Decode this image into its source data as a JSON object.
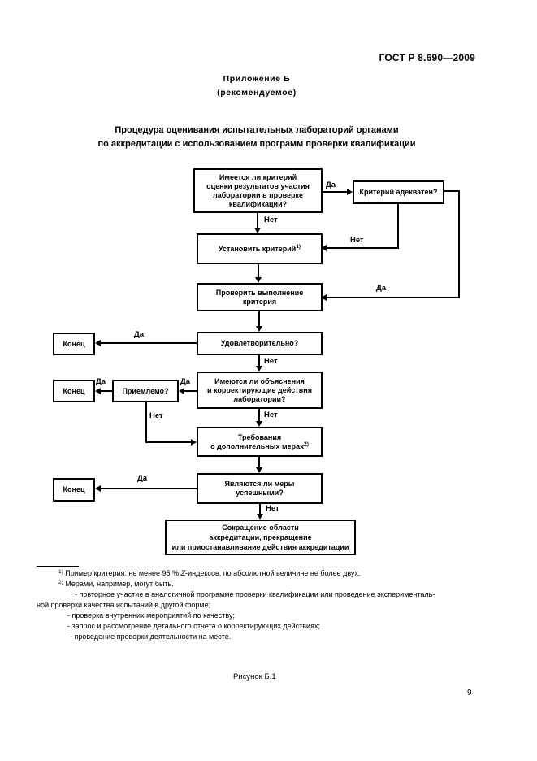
{
  "page": {
    "doc_number": "ГОСТ Р 8.690—2009",
    "appendix_title": "Приложение Б",
    "appendix_note": "(рекомендуемое)",
    "title_line1": "Процедура оценивания испытательных лабораторий органами",
    "title_line2": "по аккредитации с использованием программ проверки квалификации",
    "figure_caption": "Рисунок Б.1",
    "page_number": "9"
  },
  "flowchart": {
    "yes_label": "Да",
    "no_label": "Нет",
    "boxes": {
      "has_criterion": {
        "lines": [
          "Имеется ли критерий",
          "оценки результатов участия",
          "лаборатории в проверке",
          "квалификации?"
        ]
      },
      "criterion_adequate": {
        "text": "Критерий адекватен?"
      },
      "establish_criterion": {
        "text": "Установить критерий",
        "sup": "1)"
      },
      "check_fulfillment": {
        "lines": [
          "Проверить выполнение",
          "критерия"
        ]
      },
      "satisfactory": {
        "text": "Удовлетворительно?"
      },
      "end": "Конец",
      "has_explanations": {
        "lines": [
          "Имеются ли объяснения",
          "и корректирующие действия",
          "лаборатории?"
        ]
      },
      "acceptable": {
        "text": "Приемлемо?"
      },
      "additional_measures": {
        "line1": "Требования",
        "line2": "о дополнительных мерах",
        "sup": "2)"
      },
      "measures_successful": {
        "lines": [
          "Являются ли меры",
          "успешными?"
        ]
      },
      "accreditation_actions": {
        "lines": [
          "Сокращение области",
          "аккредитации, прекращение",
          "или приостанавливание действия аккредитации"
        ]
      }
    }
  },
  "footnotes": {
    "fn1": {
      "sup": "1)",
      "text_pre": "Пример критерия: не менее 95 % ",
      "z": "Z",
      "text_post": "-индексов, по абсолютной величине не более двух."
    },
    "fn2": {
      "sup": "2)",
      "text": "Мерами, например, могут быть."
    },
    "items": [
      "- повторное участие в аналогичной программе проверки квалификации или проведение эксперименталь-",
      "ной проверки качества испытаний в другой форме;",
      "- проверка внутренних мероприятий по качеству;",
      "- запрос и рассмотрение детального отчета о корректирующих действиях;",
      "- проведение проверки деятельности на месте."
    ]
  }
}
